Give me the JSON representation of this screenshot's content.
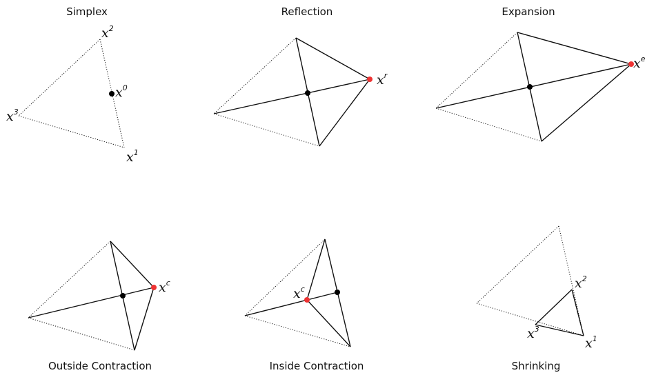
{
  "panels": {
    "simplex": {
      "title": "Simplex",
      "labels": {
        "x2": "x",
        "x2_sup": "2",
        "x0": "x",
        "x0_sup": "0",
        "x3": "x",
        "x3_sup": "3",
        "x1": "x",
        "x1_sup": "1"
      }
    },
    "reflection": {
      "title": "Reflection",
      "labels": {
        "xr": "x",
        "xr_sup": "r"
      }
    },
    "expansion": {
      "title": "Expansion",
      "labels": {
        "xe": "x",
        "xe_sup": "e"
      }
    },
    "outside_contraction": {
      "title": "Outside Contraction",
      "labels": {
        "xc": "x",
        "xc_sup": "c"
      }
    },
    "inside_contraction": {
      "title": "Inside Contraction",
      "labels": {
        "xc": "x",
        "xc_sup": "c"
      }
    },
    "shrinking": {
      "title": "Shrinking",
      "labels": {
        "x2": "x",
        "x2_sup": "2",
        "x3": "x",
        "x3_sup": "3",
        "x1": "x",
        "x1_sup": "1"
      }
    }
  },
  "colors": {
    "line": "#111111",
    "centroid": "#000000",
    "new_point": "#ee3333"
  }
}
